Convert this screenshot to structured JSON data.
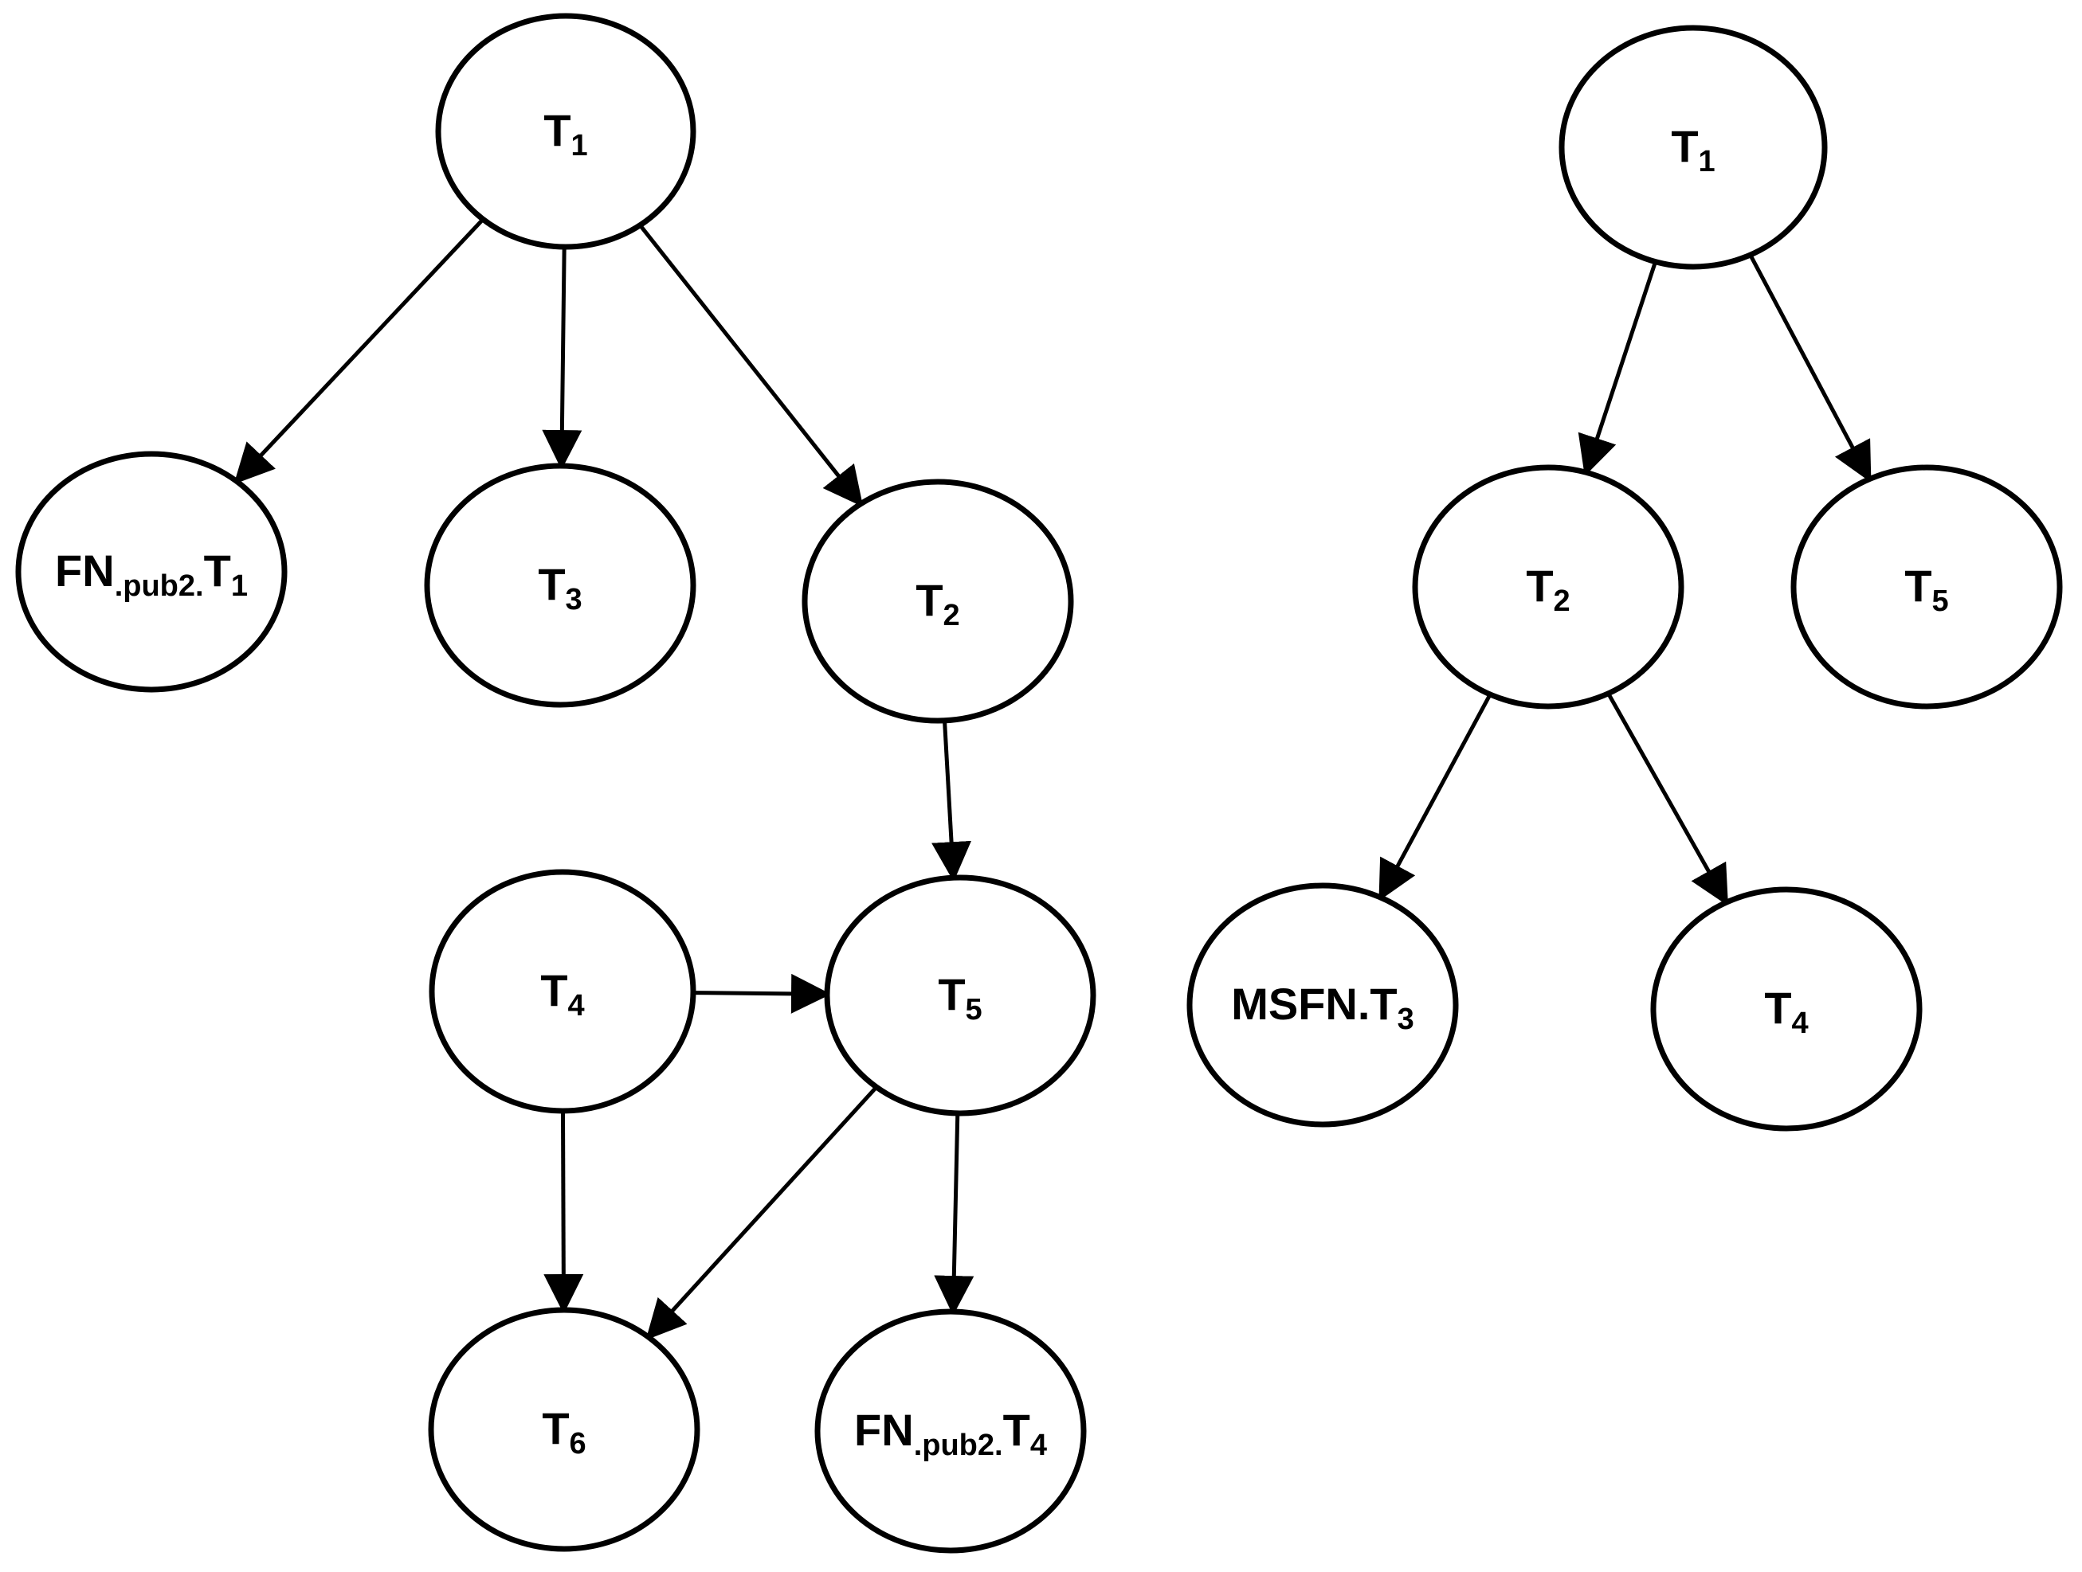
{
  "colors": {
    "stroke": "#000000",
    "fill": "#ffffff",
    "text": "#000000"
  },
  "diagrams": [
    {
      "id": "left-graph",
      "nodes": [
        {
          "id": "L_T1",
          "parts": [
            {
              "t": "T"
            },
            {
              "t": "1",
              "sub": true
            }
          ]
        },
        {
          "id": "L_FNT1",
          "parts": [
            {
              "t": "FN"
            },
            {
              "t": ".pub2.",
              "sub": true
            },
            {
              "t": "T"
            },
            {
              "t": "1",
              "sub": true
            }
          ]
        },
        {
          "id": "L_T3",
          "parts": [
            {
              "t": "T"
            },
            {
              "t": "3",
              "sub": true
            }
          ]
        },
        {
          "id": "L_T2",
          "parts": [
            {
              "t": "T"
            },
            {
              "t": "2",
              "sub": true
            }
          ]
        },
        {
          "id": "L_T4",
          "parts": [
            {
              "t": "T"
            },
            {
              "t": "4",
              "sub": true
            }
          ]
        },
        {
          "id": "L_T5",
          "parts": [
            {
              "t": "T"
            },
            {
              "t": "5",
              "sub": true
            }
          ]
        },
        {
          "id": "L_T6",
          "parts": [
            {
              "t": "T"
            },
            {
              "t": "6",
              "sub": true
            }
          ]
        },
        {
          "id": "L_FNT4",
          "parts": [
            {
              "t": "FN"
            },
            {
              "t": ".pub2.",
              "sub": true
            },
            {
              "t": "T"
            },
            {
              "t": "4",
              "sub": true
            }
          ]
        }
      ],
      "edges": [
        {
          "from": "L_T1",
          "to": "L_FNT1"
        },
        {
          "from": "L_T1",
          "to": "L_T3"
        },
        {
          "from": "L_T1",
          "to": "L_T2"
        },
        {
          "from": "L_T2",
          "to": "L_T5"
        },
        {
          "from": "L_T4",
          "to": "L_T5"
        },
        {
          "from": "L_T4",
          "to": "L_T6"
        },
        {
          "from": "L_T5",
          "to": "L_T6"
        },
        {
          "from": "L_T5",
          "to": "L_FNT4"
        }
      ]
    },
    {
      "id": "right-graph",
      "nodes": [
        {
          "id": "R_T1",
          "parts": [
            {
              "t": "T"
            },
            {
              "t": "1",
              "sub": true
            }
          ]
        },
        {
          "id": "R_T2",
          "parts": [
            {
              "t": "T"
            },
            {
              "t": "2",
              "sub": true
            }
          ]
        },
        {
          "id": "R_T5",
          "parts": [
            {
              "t": "T"
            },
            {
              "t": "5",
              "sub": true
            }
          ]
        },
        {
          "id": "R_MSFNT3",
          "parts": [
            {
              "t": "MSFN.T"
            },
            {
              "t": "3",
              "sub": true
            }
          ]
        },
        {
          "id": "R_T4",
          "parts": [
            {
              "t": "T"
            },
            {
              "t": "4",
              "sub": true
            }
          ]
        }
      ],
      "edges": [
        {
          "from": "R_T1",
          "to": "R_T2"
        },
        {
          "from": "R_T1",
          "to": "R_T5"
        },
        {
          "from": "R_T2",
          "to": "R_MSFNT3"
        },
        {
          "from": "R_T2",
          "to": "R_T4"
        }
      ]
    }
  ]
}
